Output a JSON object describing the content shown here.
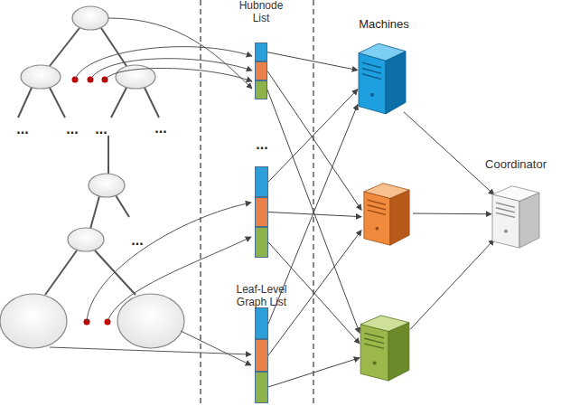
{
  "diagram": {
    "nodes": [
      {
        "text": [
          "Hubnode List"
        ]
      },
      {
        "text": []
      },
      {
        "text": [
          "Leaf-Level Graph List"
        ]
      },
      {
        "text": []
      },
      {
        "text": []
      },
      {
        "text": []
      },
      {
        "text": [
          "Coordinator"
        ]
      }
    ],
    "edges": [
      {
        "from": 0,
        "to": 3,
        "arrow": "to"
      },
      {
        "from": 0,
        "to": 4,
        "arrow": "to"
      },
      {
        "from": 0,
        "to": 5,
        "arrow": "to"
      },
      {
        "from": 1,
        "to": 3,
        "arrow": "to"
      },
      {
        "from": 1,
        "to": 4,
        "arrow": "to"
      },
      {
        "from": 1,
        "to": 5,
        "arrow": "to"
      },
      {
        "from": 2,
        "to": 3,
        "arrow": "to"
      },
      {
        "from": 2,
        "to": 4,
        "arrow": "to"
      },
      {
        "from": 2,
        "to": 5,
        "arrow": "to"
      },
      {
        "from": 3,
        "to": 6,
        "arrow": "to"
      },
      {
        "from": 4,
        "to": 6,
        "arrow": "to"
      },
      {
        "from": 5,
        "to": 6,
        "arrow": "to"
      }
    ],
    "labels": [
      "Machines",
      "...",
      "...",
      "...",
      "...",
      "...",
      "..."
    ]
  }
}
